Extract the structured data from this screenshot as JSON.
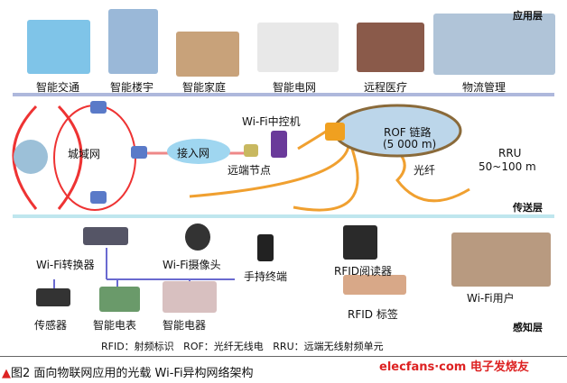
{
  "layers": {
    "application": "应用层",
    "transport": "传送层",
    "perception": "感知层"
  },
  "application_items": [
    "智能交通",
    "智能楼宇",
    "智能家庭",
    "智能电网",
    "远程医疗",
    "物流管理"
  ],
  "transport": {
    "metro": "城域网",
    "access": "接入网",
    "wifi_controller": "Wi-Fi中控机",
    "remote_node": "远端节点",
    "rof": "ROF 链路",
    "rof_len": "(5 000 m)",
    "fiber": "光纤",
    "rru": "RRU",
    "rru_range": "50~100 m"
  },
  "perception": {
    "converter": "Wi-Fi转换器",
    "camera": "Wi-Fi摄像头",
    "handheld": "手持终端",
    "rfid_reader": "RFID阅读器",
    "sensor": "传感器",
    "meter": "智能电表",
    "appliance": "智能电器",
    "rfid_tag": "RFID 标签",
    "wifi_user": "Wi-Fi用户"
  },
  "legend": "RFID：射频标识   ROF：光纤无线电   RRU：远端无线射频单元",
  "caption": "图2  面向物联网应用的光载 Wi-Fi异构网络架构",
  "watermark": "elecfans·com 电子发烧友"
}
